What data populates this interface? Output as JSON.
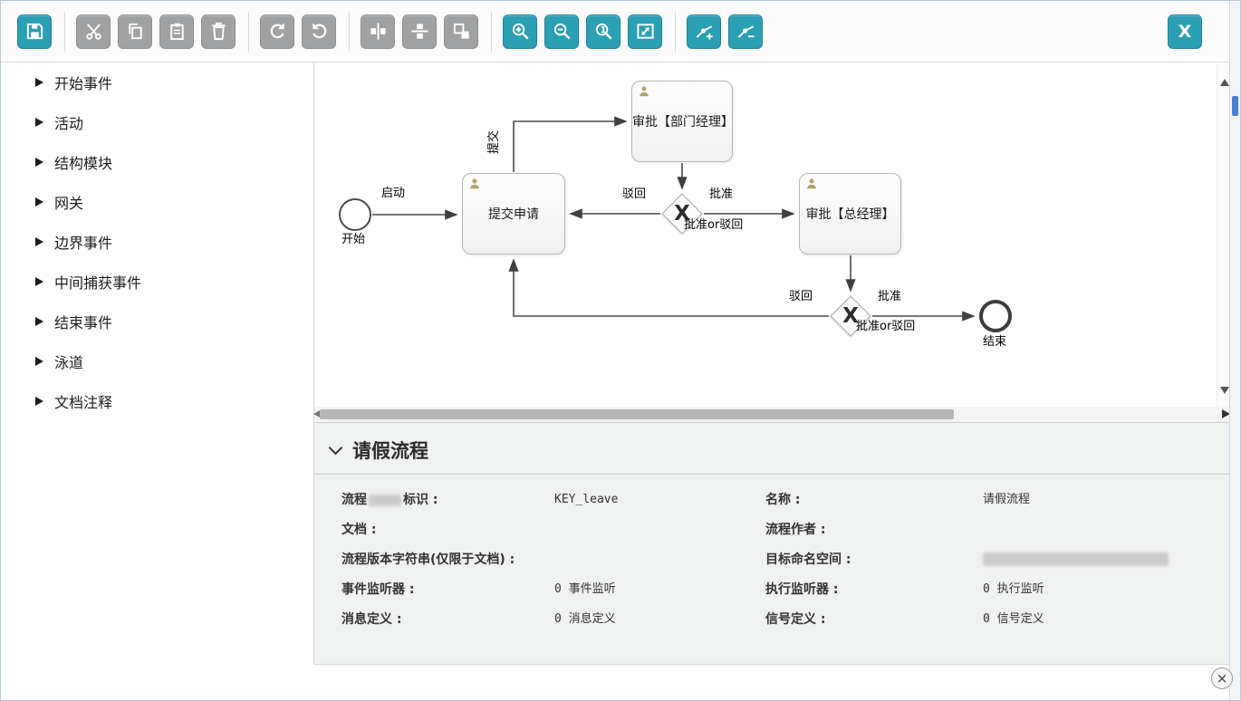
{
  "theme": {
    "accent_teal": "#2b9fb3",
    "button_gray": "#9fa1a2",
    "panel_bg": "#f0f1f1"
  },
  "toolbar": {
    "x_button_label": "X",
    "zoom_actual_label": "1"
  },
  "sidebar": {
    "items": [
      {
        "label": "开始事件"
      },
      {
        "label": "活动"
      },
      {
        "label": "结构模块"
      },
      {
        "label": "网关"
      },
      {
        "label": "边界事件"
      },
      {
        "label": "中间捕获事件"
      },
      {
        "label": "结束事件"
      },
      {
        "label": "泳道"
      },
      {
        "label": "文档注释"
      }
    ]
  },
  "canvas": {
    "start_label": "开始",
    "end_label": "结束",
    "gateway_symbol": "X",
    "tasks": [
      {
        "label": "提交申请"
      },
      {
        "label": "审批【部门经理】"
      },
      {
        "label": "审批【总经理】"
      }
    ],
    "flow_labels": {
      "launch": "启动",
      "submit_up": "提交",
      "reject1": "驳回",
      "approve1": "批准",
      "gateway1_caption": "批准or驳回",
      "reject2": "驳回",
      "approve2": "批准",
      "gateway2_caption": "批准or驳回"
    }
  },
  "properties": {
    "title": "请假流程",
    "fields_left": [
      {
        "label_prefix": "流程",
        "label_suffix": "标识 :",
        "value": "KEY_leave"
      },
      {
        "label": "文档 :",
        "value": ""
      },
      {
        "label": "流程版本字符串(仅限于文档) :",
        "value": ""
      },
      {
        "label": "事件监听器 :",
        "value": "0 事件监听"
      },
      {
        "label": "消息定义 :",
        "value": "0 消息定义"
      }
    ],
    "fields_right": [
      {
        "label": "名称 :",
        "value": "请假流程"
      },
      {
        "label": "流程作者 :",
        "value": ""
      },
      {
        "label": "目标命名空间 :",
        "value": ""
      },
      {
        "label": "执行监听器 :",
        "value": "0 执行监听"
      },
      {
        "label": "信号定义 :",
        "value": "0 信号定义"
      }
    ]
  },
  "window": {
    "close_label": "×"
  }
}
